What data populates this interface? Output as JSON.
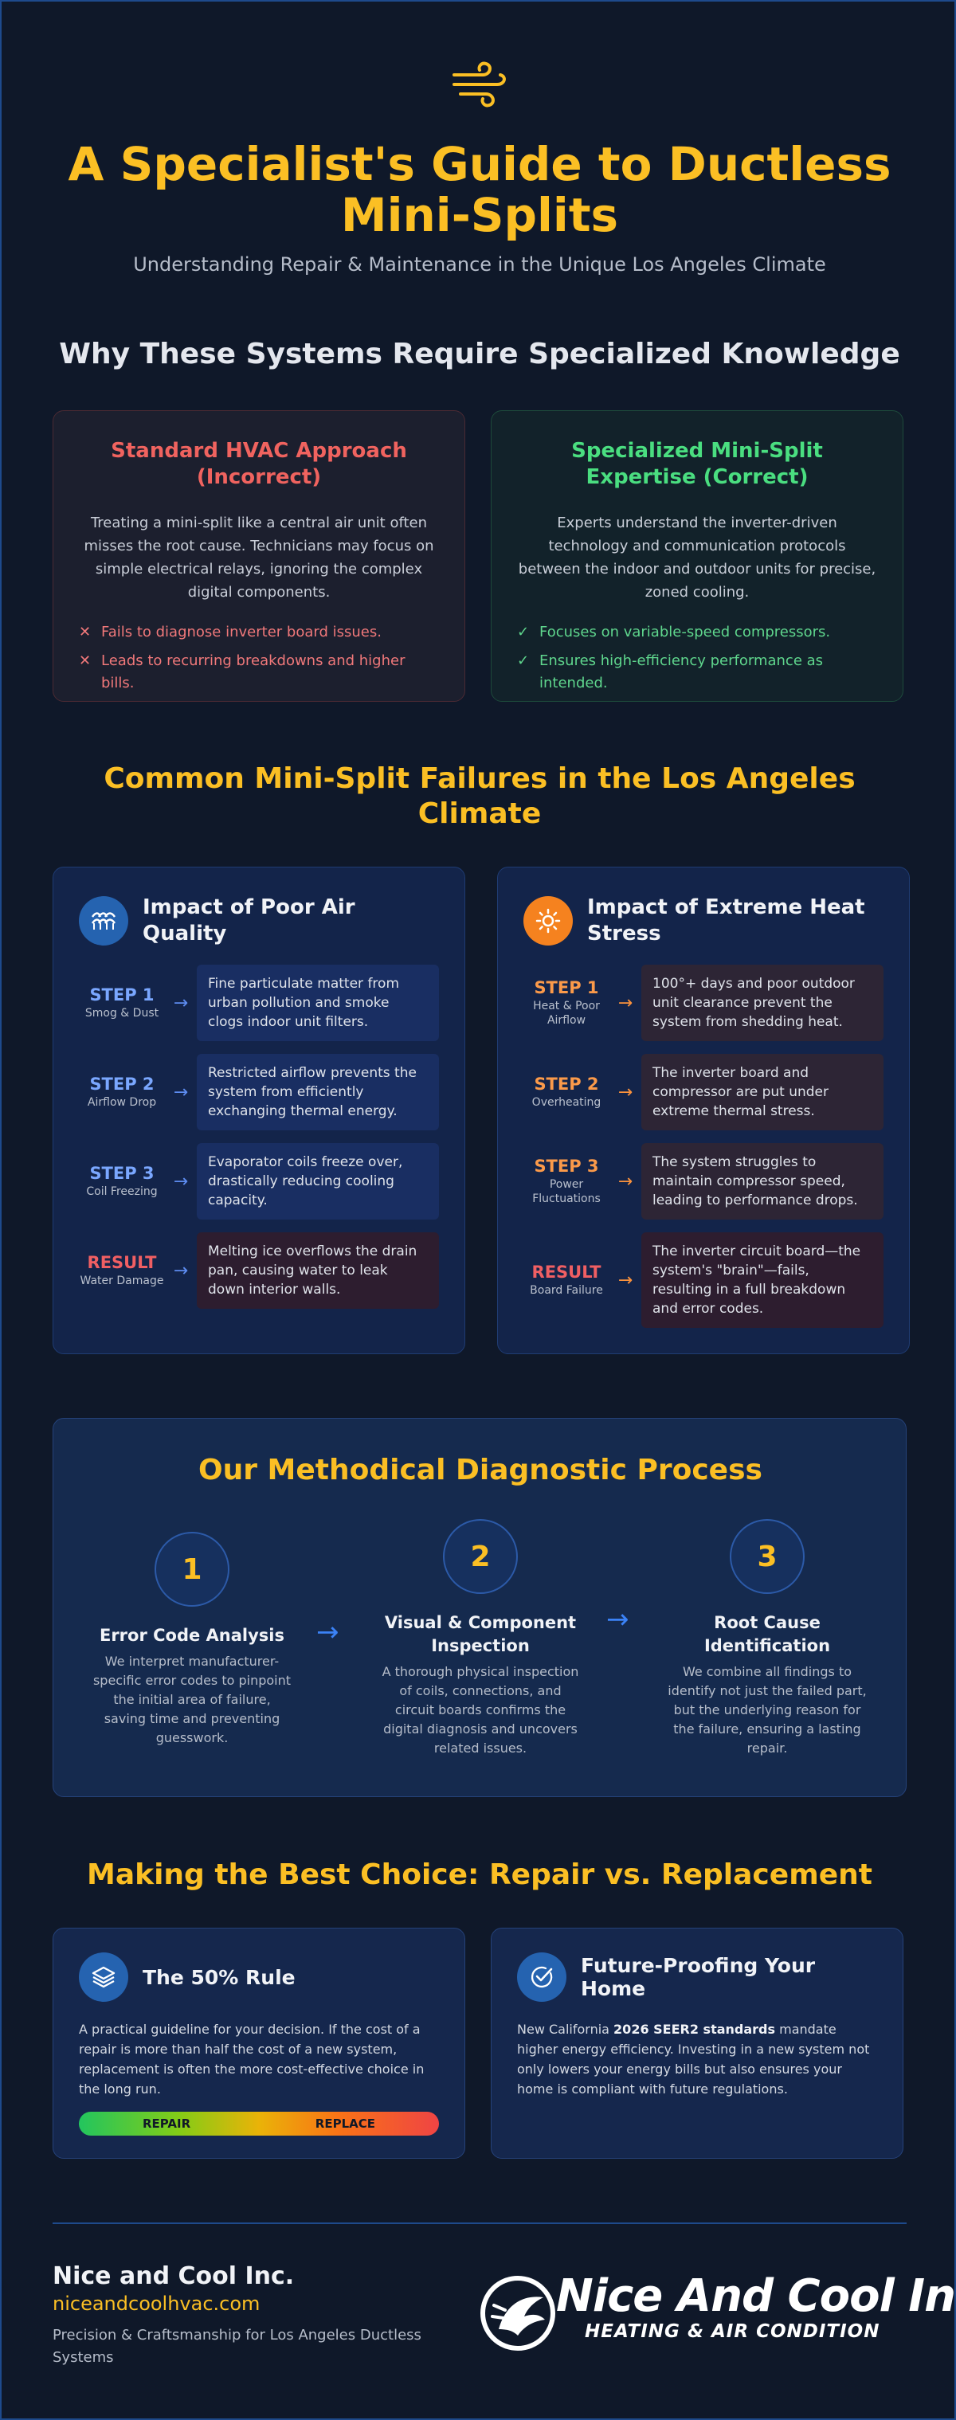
{
  "hero": {
    "icon": "wind-icon",
    "title": "A Specialist's Guide to Ductless Mini-Splits",
    "subtitle": "Understanding Repair & Maintenance in the Unique Los Angeles Climate"
  },
  "why": {
    "heading": "Why These Systems Require Specialized Knowledge",
    "standard": {
      "title": "Standard HVAC Approach (Incorrect)",
      "description": "Treating a mini-split like a central air unit often misses the root cause. Technicians may focus on simple electrical relays, ignoring the complex digital components.",
      "points": [
        "Fails to diagnose inverter board issues.",
        "Leads to recurring breakdowns and higher bills."
      ],
      "mark": "✕",
      "color": "#f0635f"
    },
    "specialized": {
      "title": "Specialized Mini-Split Expertise (Correct)",
      "description": "Experts understand the inverter-driven technology and communication protocols between the indoor and outdoor units for precise, zoned cooling.",
      "points": [
        "Focuses on variable-speed compressors.",
        "Ensures high-efficiency performance as intended."
      ],
      "mark": "✓",
      "color": "#4ade80"
    }
  },
  "failures": {
    "heading": "Common Mini-Split Failures in the Los Angeles Climate",
    "air_quality": {
      "icon": "air-waves-icon",
      "title": "Impact of Poor Air Quality",
      "steps": [
        {
          "name": "STEP 1",
          "sub": "Smog & Dust",
          "text": "Fine particulate matter from urban pollution and smoke clogs indoor unit filters."
        },
        {
          "name": "STEP 2",
          "sub": "Airflow Drop",
          "text": "Restricted airflow prevents the system from efficiently exchanging thermal energy."
        },
        {
          "name": "STEP 3",
          "sub": "Coil Freezing",
          "text": "Evaporator coils freeze over, drastically reducing cooling capacity."
        },
        {
          "name": "RESULT",
          "sub": "Water Damage",
          "text": "Melting ice overflows the drain pan, causing water to leak down interior walls."
        }
      ]
    },
    "heat_stress": {
      "icon": "sun-icon",
      "title": "Impact of Extreme Heat Stress",
      "steps": [
        {
          "name": "STEP 1",
          "sub": "Heat & Poor Airflow",
          "text": "100°+ days and poor outdoor unit clearance prevent the system from shedding heat."
        },
        {
          "name": "STEP 2",
          "sub": "Overheating",
          "text": "The inverter board and compressor are put under extreme thermal stress."
        },
        {
          "name": "STEP 3",
          "sub": "Power Fluctuations",
          "text": "The system struggles to maintain compressor speed, leading to performance drops."
        },
        {
          "name": "RESULT",
          "sub": "Board Failure",
          "text": "The inverter circuit board—the system's \"brain\"—fails, resulting in a full breakdown and error codes."
        }
      ]
    }
  },
  "diagnostic": {
    "heading": "Our Methodical Diagnostic Process",
    "steps": [
      {
        "num": "1",
        "title": "Error Code Analysis",
        "text": "We interpret manufacturer-specific error codes to pinpoint the initial area of failure, saving time and preventing guesswork."
      },
      {
        "num": "2",
        "title": "Visual & Component Inspection",
        "text": "A thorough physical inspection of coils, connections, and circuit boards confirms the digital diagnosis and uncovers related issues."
      },
      {
        "num": "3",
        "title": "Root Cause Identification",
        "text": "We combine all findings to identify not just the failed part, but the underlying reason for the failure, ensuring a lasting repair."
      }
    ]
  },
  "choice": {
    "heading": "Making the Best Choice: Repair vs. Replacement",
    "rule": {
      "icon": "layers-icon",
      "title": "The 50% Rule",
      "text": "A practical guideline for your decision. If the cost of a repair is more than half the cost of a new system, replacement is often the more cost-effective choice in the long run.",
      "scale_left": "REPAIR",
      "scale_right": "REPLACE"
    },
    "future": {
      "icon": "check-circle-icon",
      "title": "Future-Proofing Your Home",
      "text_before": "New California ",
      "text_bold": "2026 SEER2 standards",
      "text_after": " mandate higher energy efficiency. Investing in a new system not only lowers your energy bills but also ensures your home is compliant with future regulations."
    }
  },
  "footer": {
    "company": "Nice and Cool Inc.",
    "url": "niceandcoolhvac.com",
    "tagline": "Precision & Craftsmanship for Los Angeles Ductless Systems",
    "logo_main": "Nice And Cool Inc.",
    "logo_sub": "HEATING & AIR CONDITION"
  },
  "colors": {
    "accent_gold": "#fbbf24",
    "background": "#0f1829",
    "card_blue": "#13244a"
  }
}
